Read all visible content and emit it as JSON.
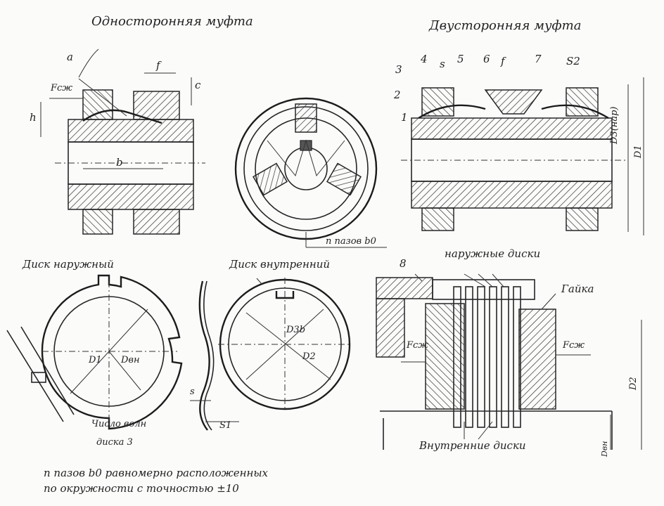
{
  "titles": {
    "single": "Односторонняя муфта",
    "double": "Двусторонняя муфта"
  },
  "dims": {
    "a": "a",
    "f": "f",
    "f_double": "f",
    "c": "c",
    "f_szh": "Fсж",
    "h": "h",
    "b": "b",
    "s": "s",
    "s2": "S2",
    "d3_nar": "D3(нар)",
    "d1": "D1",
    "d3b": "D3b",
    "d2": "D2",
    "d1_small": "D1",
    "d_vn": "Dвн",
    "s_disk": "s",
    "s1": "S1",
    "d2_right": "D2",
    "d_vn_right": "Dвн",
    "f_szh_left": "Fсж",
    "f_szh_right": "Fсж"
  },
  "callouts": [
    "1",
    "2",
    "3",
    "4",
    "5",
    "6",
    "7",
    "8"
  ],
  "labels": {
    "n_slots": "n пазов b0",
    "disk_outer": "Диск наружный",
    "disk_inner": "Диск внутренний",
    "outer_disks": "наружные диски",
    "nut": "Гайка",
    "wave_count_1": "Число волн",
    "wave_count_2": "диска 3",
    "inner_disks": "Внутренние диски"
  },
  "note": {
    "line1": "n пазов b0 равномерно расположенных",
    "line2": "по окружности с точностью    ±10"
  }
}
